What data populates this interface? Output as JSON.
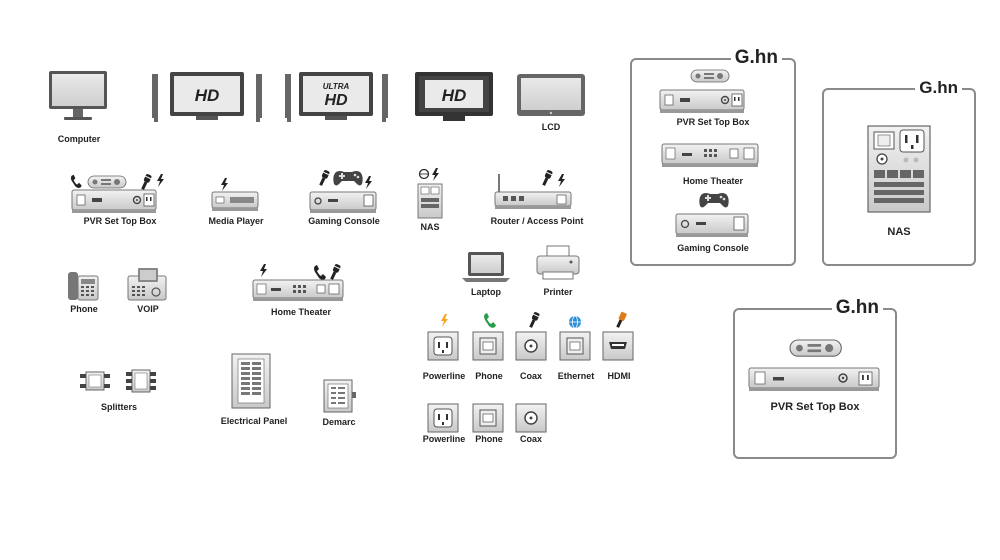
{
  "colors": {
    "powerline": "#f5a623",
    "phone": "#2a9d48",
    "ethernet": "#2b8fd8",
    "hdmi": "#e07b1a",
    "device_gray": "#d9d9d9",
    "device_dark": "#555555",
    "panel_border": "#8a8a8a"
  },
  "icons": {
    "computer": {
      "label": "Computer"
    },
    "hd_tv_1": {
      "text": "HD"
    },
    "ultra_hd_tv": {
      "text_top": "ULTRA",
      "text_main": "HD"
    },
    "hd_monitor": {
      "text": "HD"
    },
    "lcd": {
      "label": "LCD"
    },
    "pvr": {
      "label": "PVR Set Top Box"
    },
    "media_player": {
      "label": "Media Player"
    },
    "gaming_console": {
      "label": "Gaming Console"
    },
    "nas_small": {
      "label": "NAS"
    },
    "router": {
      "label": "Router / Access Point"
    },
    "phone": {
      "label": "Phone"
    },
    "voip": {
      "label": "VOIP"
    },
    "home_theater": {
      "label": "Home Theater"
    },
    "laptop": {
      "label": "Laptop"
    },
    "printer": {
      "label": "Printer"
    },
    "splitters": {
      "label": "Splitters"
    },
    "electrical_panel": {
      "label": "Electrical Panel"
    },
    "demarc": {
      "label": "Demarc"
    }
  },
  "outlets_row1": [
    {
      "label": "Powerline"
    },
    {
      "label": "Phone"
    },
    {
      "label": "Coax"
    },
    {
      "label": "Ethernet"
    },
    {
      "label": "HDMI"
    }
  ],
  "outlets_row2": [
    {
      "label": "Powerline"
    },
    {
      "label": "Phone"
    },
    {
      "label": "Coax"
    }
  ],
  "panel_ghn_multi": {
    "title": "G.hn",
    "items": [
      {
        "label": "PVR Set Top Box"
      },
      {
        "label": "Home Theater"
      },
      {
        "label": "Gaming Console"
      }
    ]
  },
  "panel_ghn_nas": {
    "title": "G.hn",
    "label": "NAS"
  },
  "panel_ghn_pvr": {
    "title": "G.hn",
    "label": "PVR Set Top Box"
  }
}
